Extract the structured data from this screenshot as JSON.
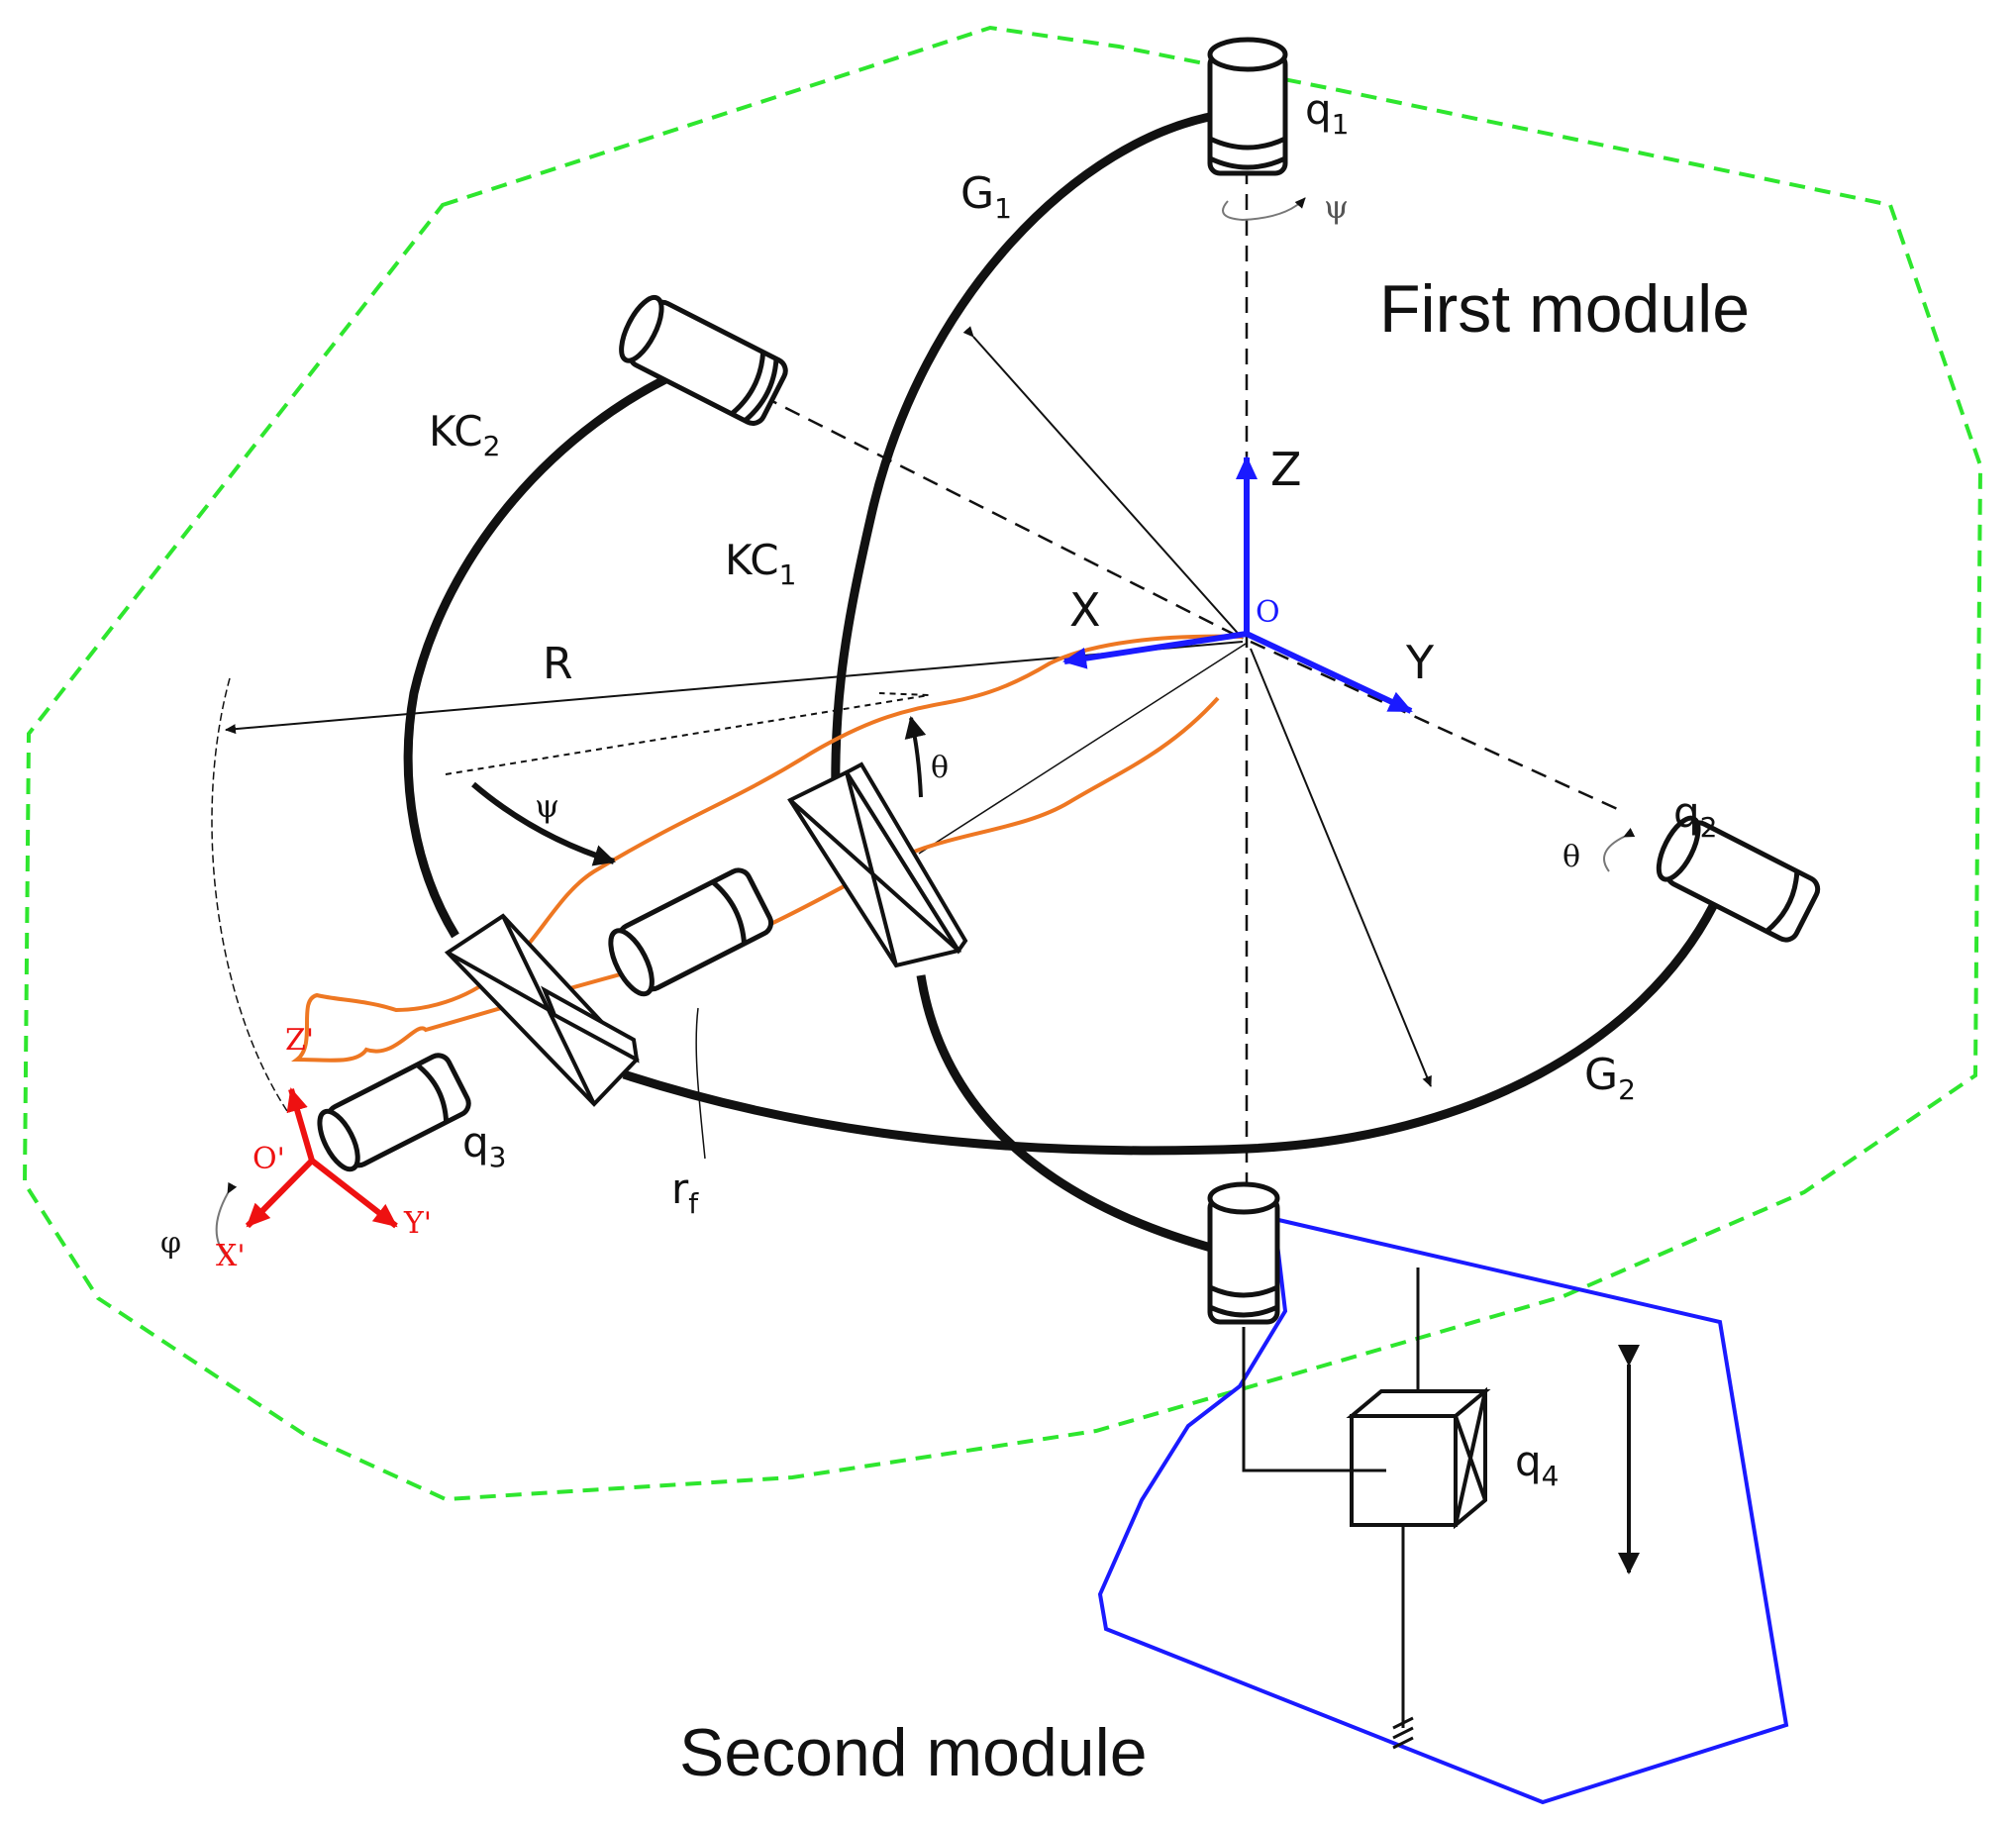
{
  "colors": {
    "ink": "#111111",
    "module_one_outline": "#2ee62e",
    "module_two_outline": "#1a1aff",
    "fixed_frame_axes": "#1a1aff",
    "tool_frame_axes": "#ee1111",
    "gripper_outline": "#ee7722"
  },
  "modules": {
    "first": "First module",
    "second": "Second module"
  },
  "joints": {
    "q1": "q",
    "q1_sub": "1",
    "q2": "q",
    "q2_sub": "2",
    "q3": "q",
    "q3_sub": "3",
    "q4": "q",
    "q4_sub": "4"
  },
  "links": {
    "g1": "G",
    "g1_sub": "1",
    "g2": "G",
    "g2_sub": "2",
    "kc1": "KC",
    "kc1_sub": "1",
    "kc2": "KC",
    "kc2_sub": "2"
  },
  "dimensions": {
    "radius": "R",
    "rf": "r",
    "rf_sub": "f"
  },
  "angles": {
    "psi_top": "ψ",
    "psi_left": "ψ",
    "theta_center": "θ",
    "theta_right": "θ",
    "phi": "φ"
  },
  "fixed_frame": {
    "x": "X",
    "y": "Y",
    "z": "Z",
    "origin": "O"
  },
  "tool_frame": {
    "x": "X'",
    "y": "Y'",
    "z": "Z'",
    "origin": "O'"
  }
}
